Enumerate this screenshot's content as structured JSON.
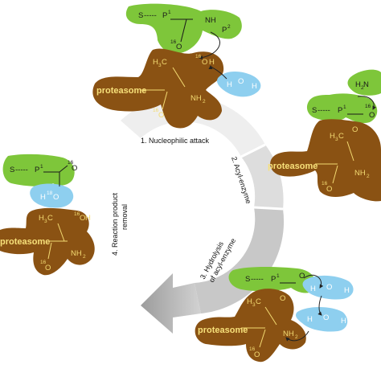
{
  "colors": {
    "enzyme_brown": "#8a5213",
    "substrate_green": "#7ec63a",
    "water_blue": "#8ecfef",
    "residue_text": "#f3da72",
    "arrow_gray": "#c8c8c8"
  },
  "steps": {
    "s1": "1. Nucleophilic attack",
    "s2": "2. Acyl-enzyme",
    "s3a": "3. Hydrolysis",
    "s3b": "of acyl-enzyme",
    "s4a": "4. Reaction product",
    "s4b": "removal"
  },
  "atoms": {
    "protease": "proteasome",
    "S": "S",
    "P": "P",
    "one": "1",
    "two": "2",
    "O": "O",
    "H": "H",
    "N": "N",
    "NH": "NH",
    "NH2": "NH",
    "sub2": "2",
    "H3C": "H",
    "three": "3",
    "C": "C",
    "iso16": "16",
    "iso18": "18",
    "dash": "-----"
  },
  "icons": [
    "cycle-arrow",
    "curved-electron-arrow"
  ]
}
